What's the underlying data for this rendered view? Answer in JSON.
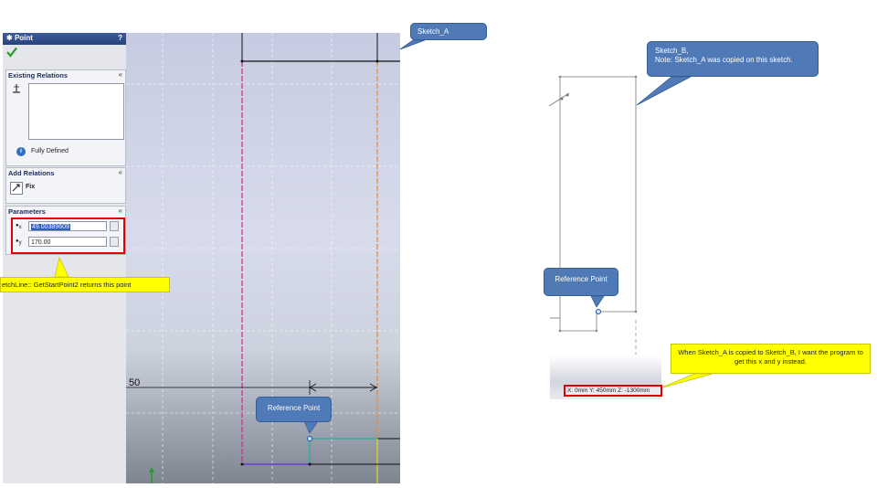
{
  "property_manager": {
    "title": "Point",
    "help": "?",
    "existing_relations": {
      "header": "Existing Relations",
      "status": "Fully Defined"
    },
    "add_relations": {
      "header": "Add Relations",
      "fix_label": "Fix"
    },
    "parameters": {
      "header": "Parameters",
      "x_label": "x",
      "y_label": "y",
      "x_value": "49.00389609",
      "y_value": "170.00"
    }
  },
  "graphics": {
    "dimension_label": "50"
  },
  "callouts": {
    "sketch_a": "Sketch_A",
    "sketch_b_line1": "Sketch_B,",
    "sketch_b_line2": "Note: Sketch_A was copied on this sketch.",
    "reference_point_left": "Reference Point",
    "reference_point_right": "Reference Point",
    "get_start_point": "etchLine:: GetStartPoint2 returns this point",
    "want_xy": "When Sketch_A is copied to Sketch_B, I want the program to get this x and y instead."
  },
  "status_bar": {
    "coordinates": "X: 0mm Y: 450mm Z: -1300mm"
  },
  "colors": {
    "highlight_red": "#e00000",
    "callout_blue": "#4f7ab7",
    "callout_yellow": "#ffff00"
  }
}
